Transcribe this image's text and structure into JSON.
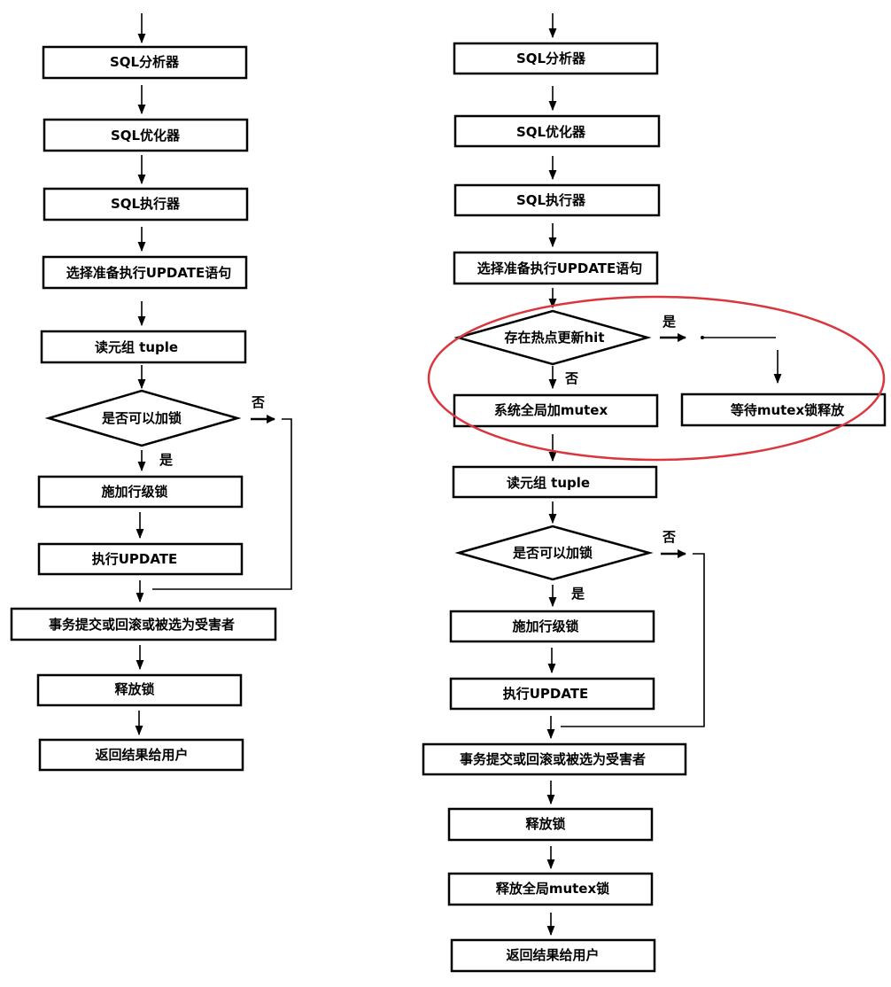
{
  "left_flow": {
    "analyzer": "SQL分析器",
    "optimizer": "SQL优化器",
    "executor": "SQL执行器",
    "select_update": "选择准备执行UPDATE语句",
    "read_tuple": "读元组 tuple",
    "can_lock": "是否可以加锁",
    "yes": "是",
    "no": "否",
    "apply_row_lock": "施加行级锁",
    "exec_update": "执行UPDATE",
    "commit_rollback": "事务提交或回滚或被选为受害者",
    "release_lock": "释放锁",
    "return_result": "返回结果给用户"
  },
  "right_flow": {
    "analyzer": "SQL分析器",
    "optimizer": "SQL优化器",
    "executor": "SQL执行器",
    "select_update": "选择准备执行UPDATE语句",
    "hot_update_hit": "存在热点更新hit",
    "yes_hot": "是",
    "no_hot": "否",
    "global_mutex": "系统全局加mutex",
    "wait_mutex": "等待mutex锁释放",
    "read_tuple": "读元组 tuple",
    "can_lock": "是否可以加锁",
    "yes": "是",
    "no": "否",
    "apply_row_lock": "施加行级锁",
    "exec_update": "执行UPDATE",
    "commit_rollback": "事务提交或回滚或被选为受害者",
    "release_lock": "释放锁",
    "release_global_mutex": "释放全局mutex锁",
    "return_result": "返回结果给用户"
  },
  "colors": {
    "highlight_ellipse": "#d9363e"
  }
}
